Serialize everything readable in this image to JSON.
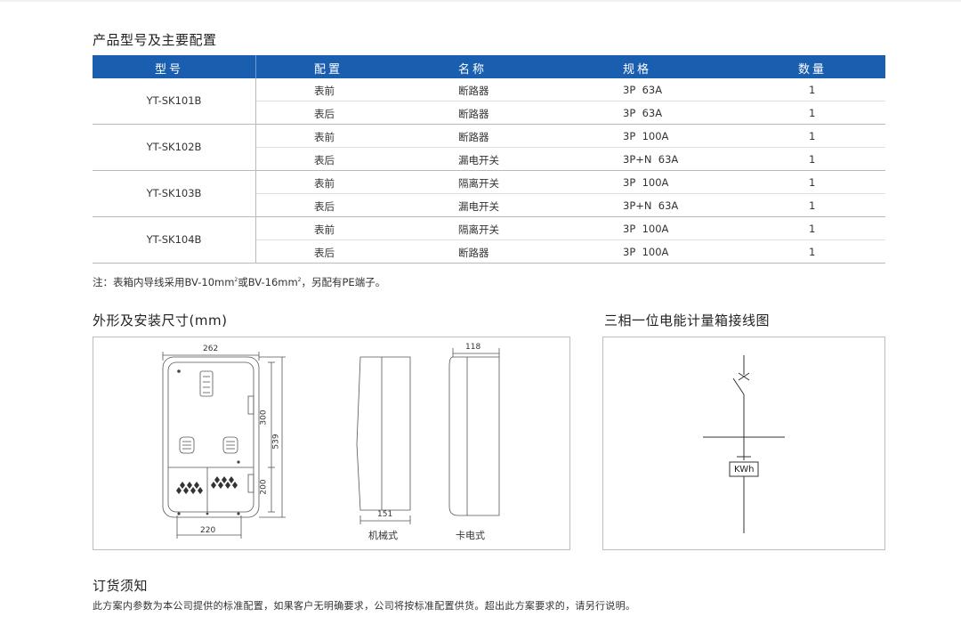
{
  "heading_spec": "产品型号及主要配置",
  "table": {
    "columns": [
      "型号",
      "配置",
      "名称",
      "规格",
      "数量"
    ],
    "groups": [
      {
        "model": "YT-SK101B",
        "rows": [
          {
            "config": "表前",
            "name": "断路器",
            "spec": "3P  63A",
            "qty": "1"
          },
          {
            "config": "表后",
            "name": "断路器",
            "spec": "3P  63A",
            "qty": "1"
          }
        ]
      },
      {
        "model": "YT-SK102B",
        "rows": [
          {
            "config": "表前",
            "name": "断路器",
            "spec": "3P  100A",
            "qty": "1"
          },
          {
            "config": "表后",
            "name": "漏电开关",
            "spec": "3P+N  63A",
            "qty": "1"
          }
        ]
      },
      {
        "model": "YT-SK103B",
        "rows": [
          {
            "config": "表前",
            "name": "隔离开关",
            "spec": "3P  100A",
            "qty": "1"
          },
          {
            "config": "表后",
            "name": "漏电开关",
            "spec": "3P+N  63A",
            "qty": "1"
          }
        ]
      },
      {
        "model": "YT-SK104B",
        "rows": [
          {
            "config": "表前",
            "name": "隔离开关",
            "spec": "3P  100A",
            "qty": "1"
          },
          {
            "config": "表后",
            "name": "断路器",
            "spec": "3P  100A",
            "qty": "1"
          }
        ]
      }
    ]
  },
  "note": {
    "prefix": "注：表箱内导线采用BV-10mm",
    "sup1": "2",
    "mid": "或BV-16mm",
    "sup2": "2",
    "suffix": "，另配有PE端子。"
  },
  "heading_dims": "外形及安装尺寸(mm)",
  "heading_wiring": "三相一位电能计量箱接线图",
  "drawing": {
    "dim_width": "262",
    "dim_bottom": "220",
    "dim_upper": "300",
    "dim_total": "539",
    "dim_lower": "200",
    "dim_depth_mech": "151",
    "dim_depth_card": "118",
    "label_mech": "机械式",
    "label_card": "卡电式"
  },
  "wiring": {
    "meter_label": "KWh"
  },
  "heading_order": "订货须知",
  "order_desc": "此方案内参数为本公司提供的标准配置，如果客户无明确要求，公司将按标准配置供货。超出此方案要求的，请另行说明。"
}
